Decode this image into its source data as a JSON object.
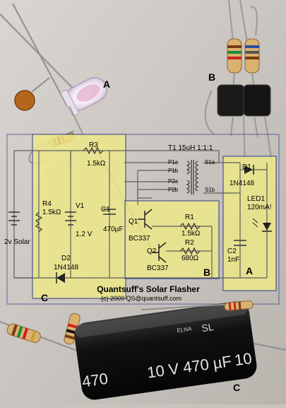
{
  "title": "Quantsuff's Solar Flasher",
  "copyright": "(c) 2009 QS@quantsuff.com",
  "section_letters": {
    "led_photo": "A",
    "transistor_photo": "B",
    "left_block": "C",
    "mid_block": "B",
    "right_block": "A",
    "capacitor_photo": "C"
  },
  "components": {
    "r3_name": "R3",
    "r3_value": "1.5kΩ",
    "t1_label": "T1 15uH 1:1:1",
    "p1a": "P1a",
    "p1b": "P1b",
    "p2a": "P2a",
    "p2b": "P2b",
    "s1a": "S1a",
    "s1b": "S1b",
    "r4_name": "R4",
    "r4_value": "1.5kΩ",
    "v1_name": "V1",
    "v1_value": "1.2 V",
    "c1_name": "C1",
    "c1_value": "470µF",
    "solar_label": "2v Solar",
    "d2_name": "D2",
    "d2_value": "1N4148",
    "q1_name": "Q1",
    "q1_value": "BC337",
    "q2_name": "Q2",
    "q2_value": "BC337",
    "r1_name": "R1",
    "r1_value": "1.5kΩ",
    "r2_name": "R2",
    "r2_value": "680Ω",
    "d1_name": "D1",
    "d1_value": "1N4148",
    "led1_name": "LED1",
    "led1_value": "120mA!",
    "c2_name": "C2",
    "c2_value": "1nF"
  },
  "capacitor_markings": {
    "front": "10 V 470 µF",
    "left": "470",
    "right": "10",
    "series": "SL",
    "brand": "ELNA"
  },
  "colors": {
    "overlay_yellow": "#ece887",
    "frame_blue": "#2c3a8c",
    "wire_gray": "#5e5e5e",
    "background": "#c8c3bd"
  }
}
